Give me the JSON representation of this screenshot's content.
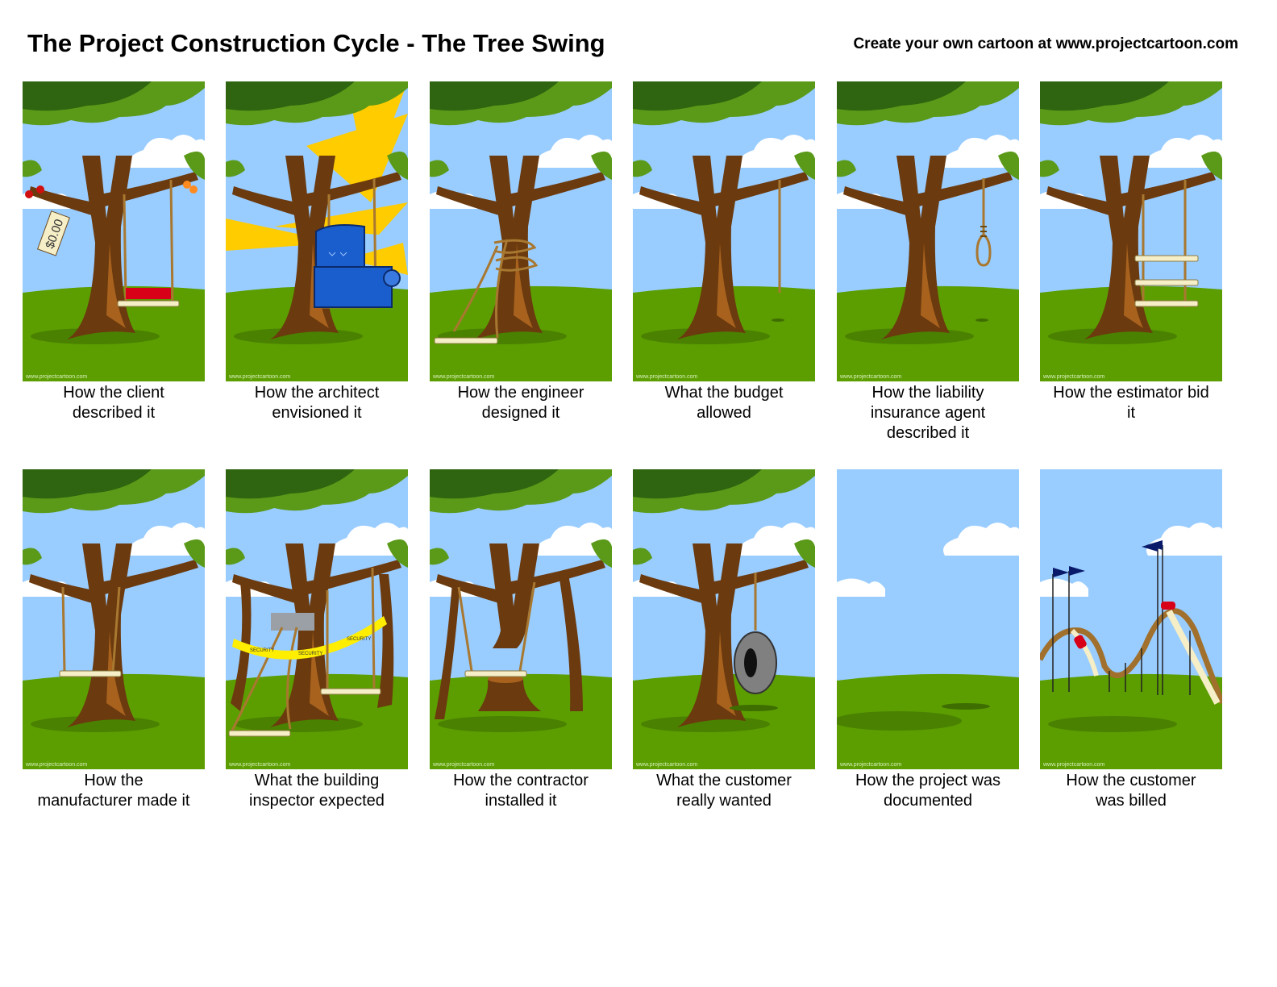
{
  "header": {
    "title": "The Project Construction Cycle - The Tree Swing",
    "credit": "Create your own cartoon at www.projectcartoon.com"
  },
  "watermark": "www.projectcartoon.com",
  "colors": {
    "sky": "#99ccff",
    "grass": "#5c9e00",
    "foliage": "#5a9a18",
    "foliage_dark": "#2f6410",
    "trunk": "#6b3a0e",
    "trunk_light": "#a8621e",
    "rope": "#a87830",
    "seat": "#f5eec6",
    "sun": "#ffcc00",
    "chair": "#1a5dcc",
    "cushion": "#d80018",
    "tire": "#808080",
    "tape": "#ffee00",
    "flag": "#0a1a6a"
  },
  "panels": [
    {
      "scene": "client",
      "caption": "How the client\ndescribed it",
      "tag_text": "$0.00"
    },
    {
      "scene": "architect",
      "caption": "How the architect\nenvisioned it"
    },
    {
      "scene": "engineer",
      "caption": "How the engineer\ndesigned it"
    },
    {
      "scene": "budget",
      "caption": "What the budget\nallowed"
    },
    {
      "scene": "insurance",
      "caption": "How the liability\ninsurance agent\ndescribed it"
    },
    {
      "scene": "estimator",
      "caption": "How the estimator bid\nit"
    },
    {
      "scene": "manufacturer",
      "caption": "How the\nmanufacturer made it"
    },
    {
      "scene": "inspector",
      "caption": "What the building\ninspector expected",
      "tape_text": "SECURITY"
    },
    {
      "scene": "contractor",
      "caption": "How the contractor\ninstalled it"
    },
    {
      "scene": "customer",
      "caption": "What the customer\nreally wanted"
    },
    {
      "scene": "documented",
      "caption": "How the project was\ndocumented"
    },
    {
      "scene": "billed",
      "caption": "How the customer\nwas billed"
    }
  ]
}
